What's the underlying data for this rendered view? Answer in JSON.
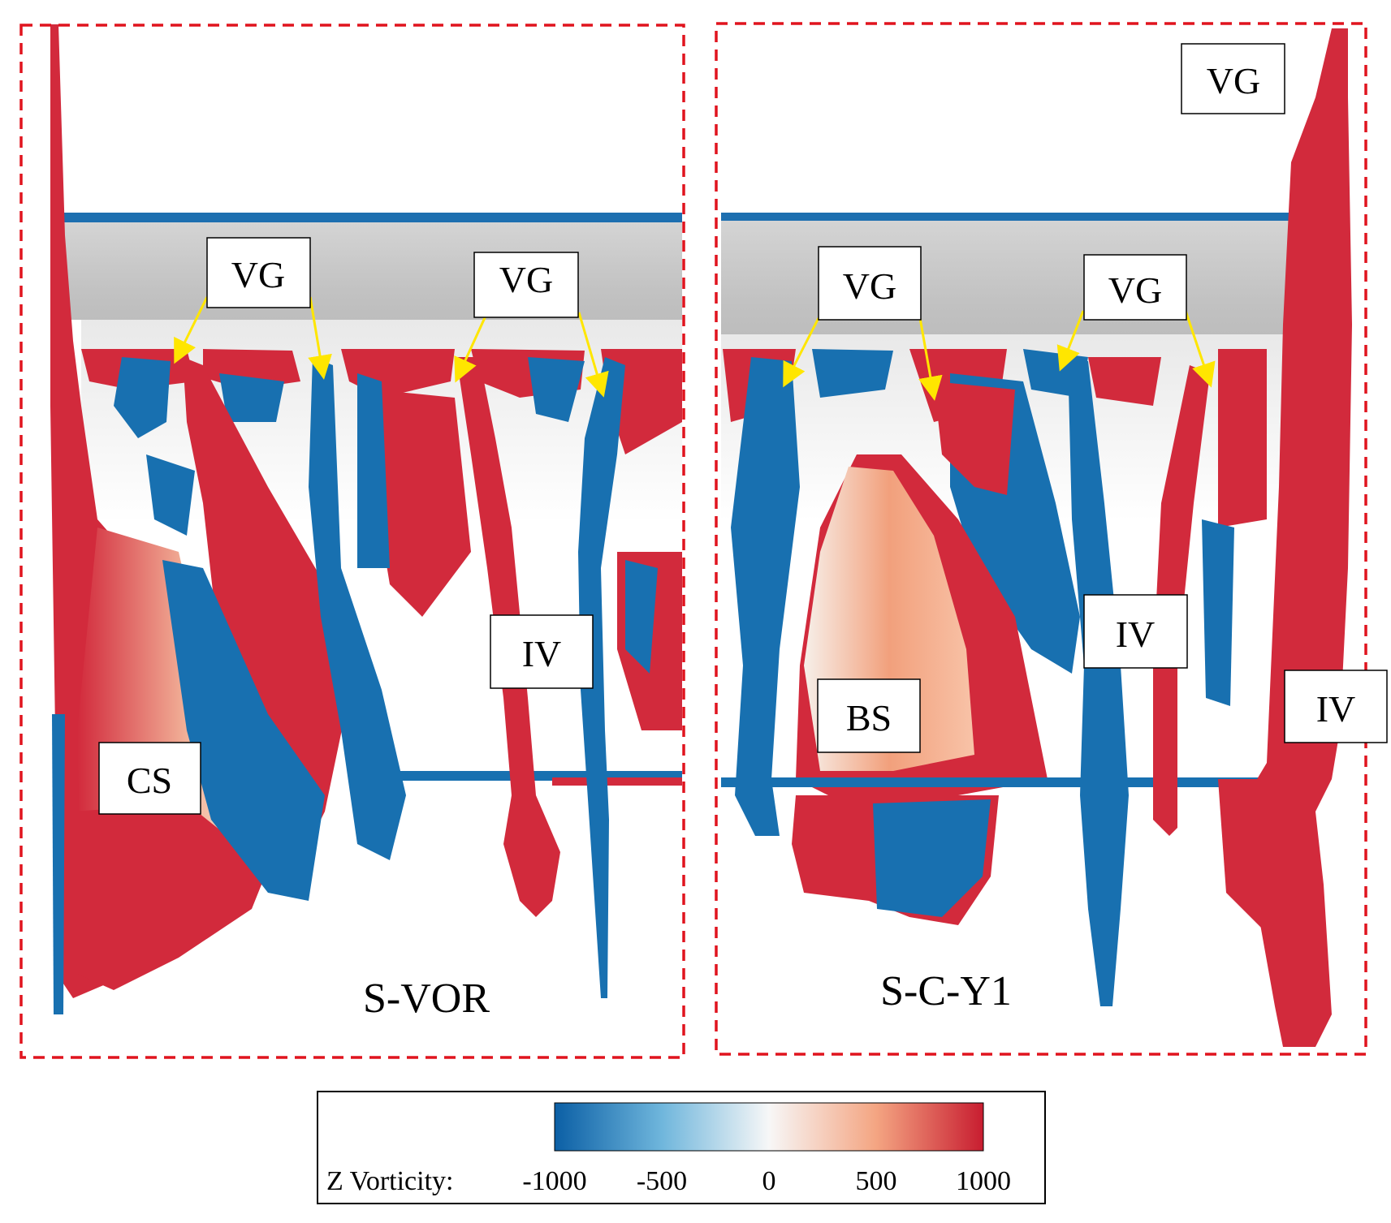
{
  "panels": [
    {
      "caption": "S-VOR",
      "labels": [
        "VG",
        "VG",
        "IV",
        "CS"
      ]
    },
    {
      "caption": "S-C-Y1",
      "labels": [
        "VG",
        "VG",
        "VG",
        "IV",
        "IV",
        "BS"
      ]
    }
  ],
  "colorbar": {
    "title": "Z Vorticity:",
    "ticks": [
      "-1000",
      "-500",
      "0",
      "500",
      "1000"
    ],
    "colormap": [
      "#0b5fa5",
      "#6fb6dc",
      "#f7f7f7",
      "#f4a582",
      "#c81d30"
    ]
  },
  "colors": {
    "positive_vorticity": "#d22a3c",
    "negative_vorticity": "#1870b0",
    "plate": "#c4c4c4",
    "frame": "#e0141e",
    "arrow": "#ffe600"
  }
}
